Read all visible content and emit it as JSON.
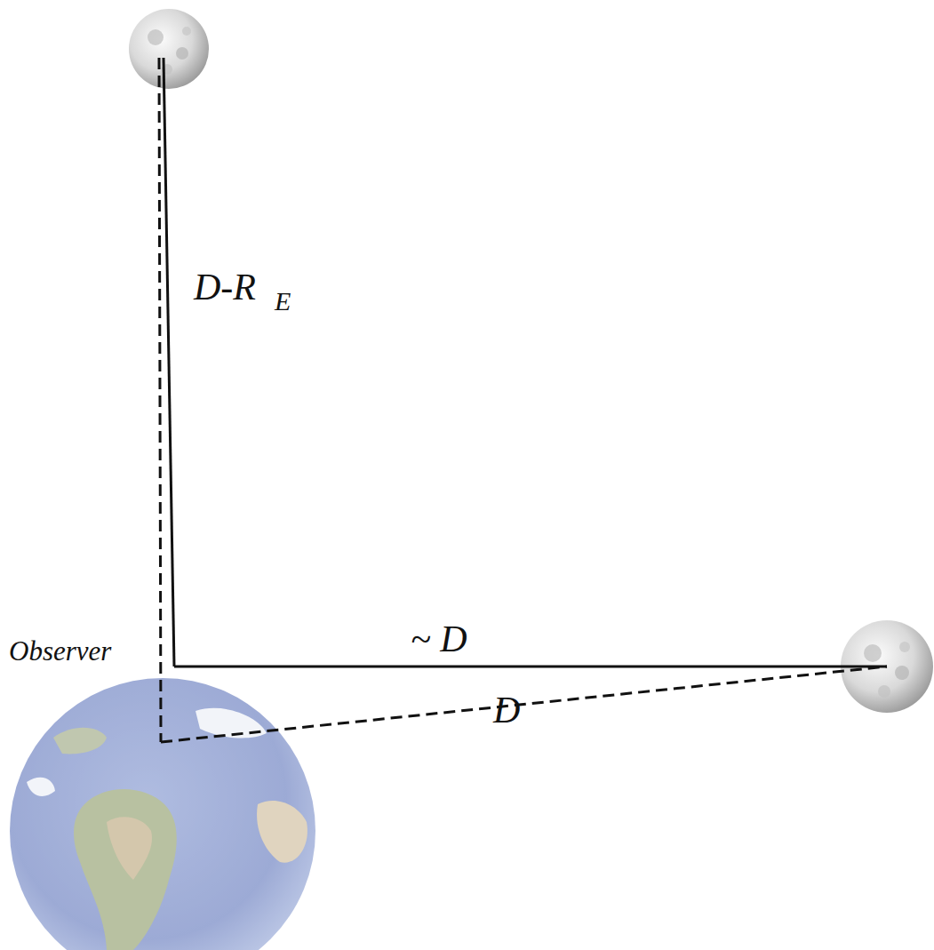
{
  "diagram": {
    "labels": [
      "Observer",
      "D-R",
      "E",
      "~ D",
      "D"
    ]
  }
}
